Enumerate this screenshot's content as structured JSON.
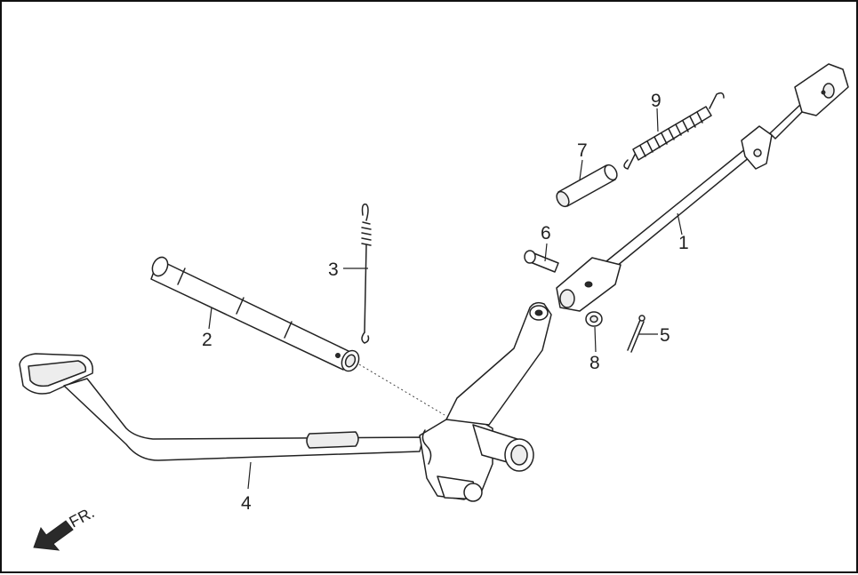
{
  "diagram": {
    "callouts": [
      {
        "id": "1",
        "label": "1"
      },
      {
        "id": "2",
        "label": "2"
      },
      {
        "id": "3",
        "label": "3"
      },
      {
        "id": "4",
        "label": "4"
      },
      {
        "id": "5",
        "label": "5"
      },
      {
        "id": "6",
        "label": "6"
      },
      {
        "id": "7",
        "label": "7"
      },
      {
        "id": "8",
        "label": "8"
      },
      {
        "id": "9",
        "label": "9"
      }
    ],
    "direction_label": "FR.",
    "colors": {
      "line": "#222222",
      "background": "#ffffff",
      "shade": "#ededed"
    }
  }
}
